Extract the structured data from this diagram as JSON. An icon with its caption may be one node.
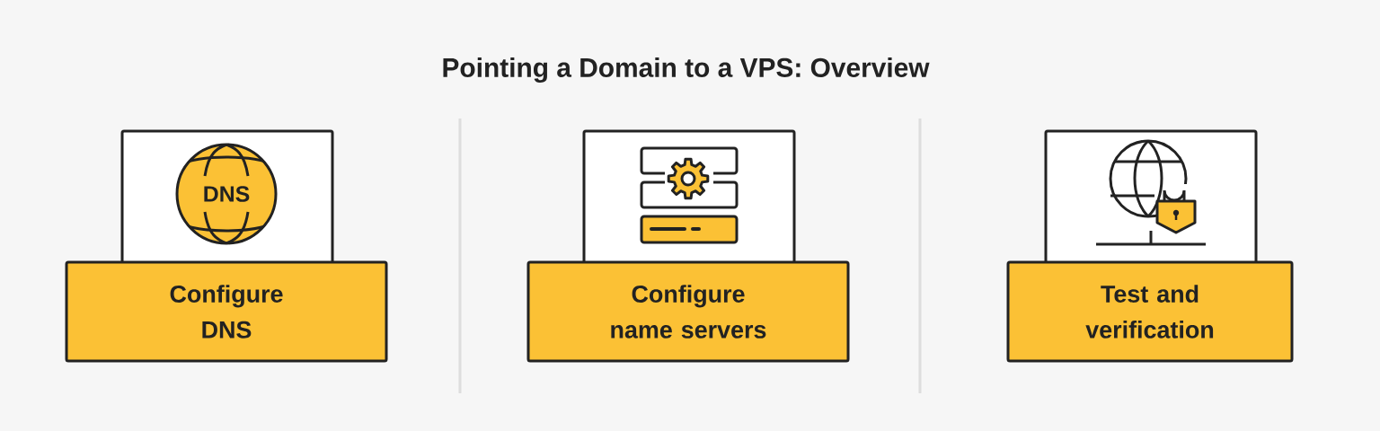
{
  "diagram": {
    "title": "Pointing a Domain to a VPS: Overview",
    "nodes": [
      {
        "text": [
          "Configure DNS"
        ]
      },
      {
        "text": [
          "Configure name servers"
        ]
      },
      {
        "text": [
          "Test and verification"
        ]
      }
    ],
    "labels": [
      "DNS"
    ]
  }
}
